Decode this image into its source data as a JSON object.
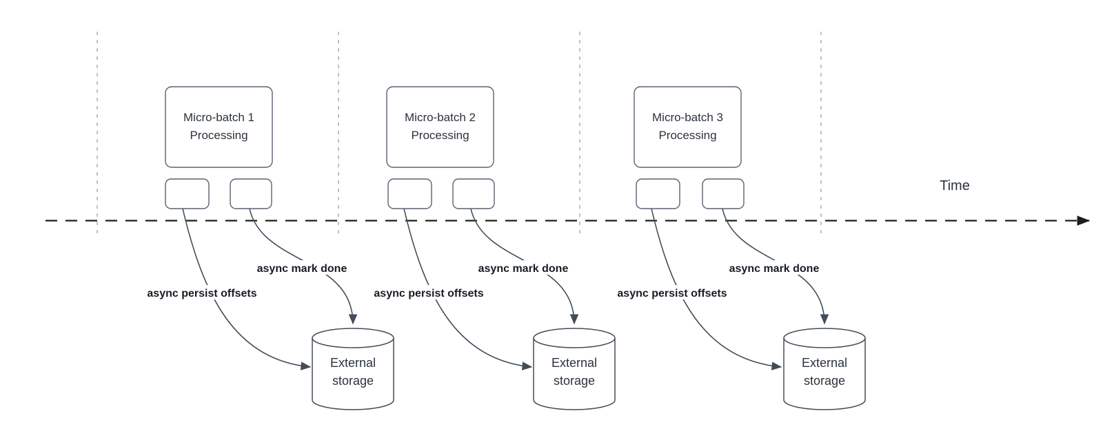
{
  "diagram": {
    "type": "flow-diagram",
    "time_axis": {
      "label": "Time"
    },
    "columns": [
      {
        "process_box": {
          "line1": "Micro-batch 1",
          "line2": "Processing"
        },
        "persist_arrow_label": "async persist offsets",
        "mark_done_arrow_label": "async mark done",
        "storage": {
          "line1": "External",
          "line2": "storage"
        }
      },
      {
        "process_box": {
          "line1": "Micro-batch 2",
          "line2": "Processing"
        },
        "persist_arrow_label": "async persist offsets",
        "mark_done_arrow_label": "async mark done",
        "storage": {
          "line1": "External",
          "line2": "storage"
        }
      },
      {
        "process_box": {
          "line1": "Micro-batch 3",
          "line2": "Processing"
        },
        "persist_arrow_label": "async persist offsets",
        "mark_done_arrow_label": "async mark done",
        "storage": {
          "line1": "External",
          "line2": "storage"
        }
      }
    ],
    "colors": {
      "bg": "#ffffff",
      "shape-stroke": "#596270",
      "connector-stroke": "#434c59",
      "box-text": "#2b323c",
      "bold-label-text": "#171c24",
      "timeline-color": "#1c1c1c",
      "guide-color": "#b2b2b5"
    }
  }
}
